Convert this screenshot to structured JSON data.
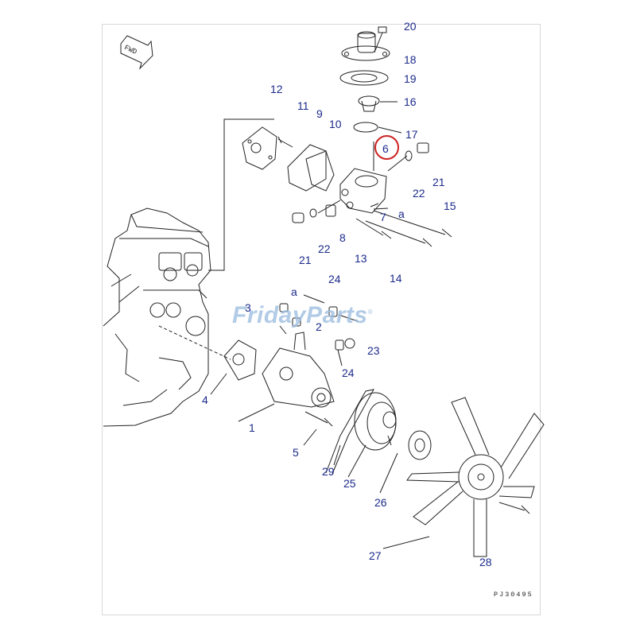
{
  "labels": {
    "p1": "1",
    "p2": "2",
    "p3": "3",
    "p4": "4",
    "p5": "5",
    "p6": "6",
    "p7": "7",
    "p8": "8",
    "p9": "9",
    "p10": "10",
    "p11": "11",
    "p12": "12",
    "p13": "13",
    "p14": "14",
    "p15": "15",
    "p16": "16",
    "p17": "17",
    "p18": "18",
    "p19": "19",
    "p20": "20",
    "p21a": "21",
    "p21b": "21",
    "p22a": "22",
    "p22b": "22",
    "p23": "23",
    "p24a": "24",
    "p24b": "24",
    "p25": "25",
    "p26": "26",
    "p27": "27",
    "p28": "28",
    "p29": "29",
    "ref_a1": "a",
    "ref_a2": "a"
  },
  "fwd_marker": "FWD",
  "drawing_code": "PJ30495",
  "watermark": "FridayParts",
  "watermark_mark": "®",
  "colors": {
    "label": "#1b2a8a",
    "highlight": "#cc2222",
    "line": "#222222",
    "watermark": "#9fbfe0"
  }
}
